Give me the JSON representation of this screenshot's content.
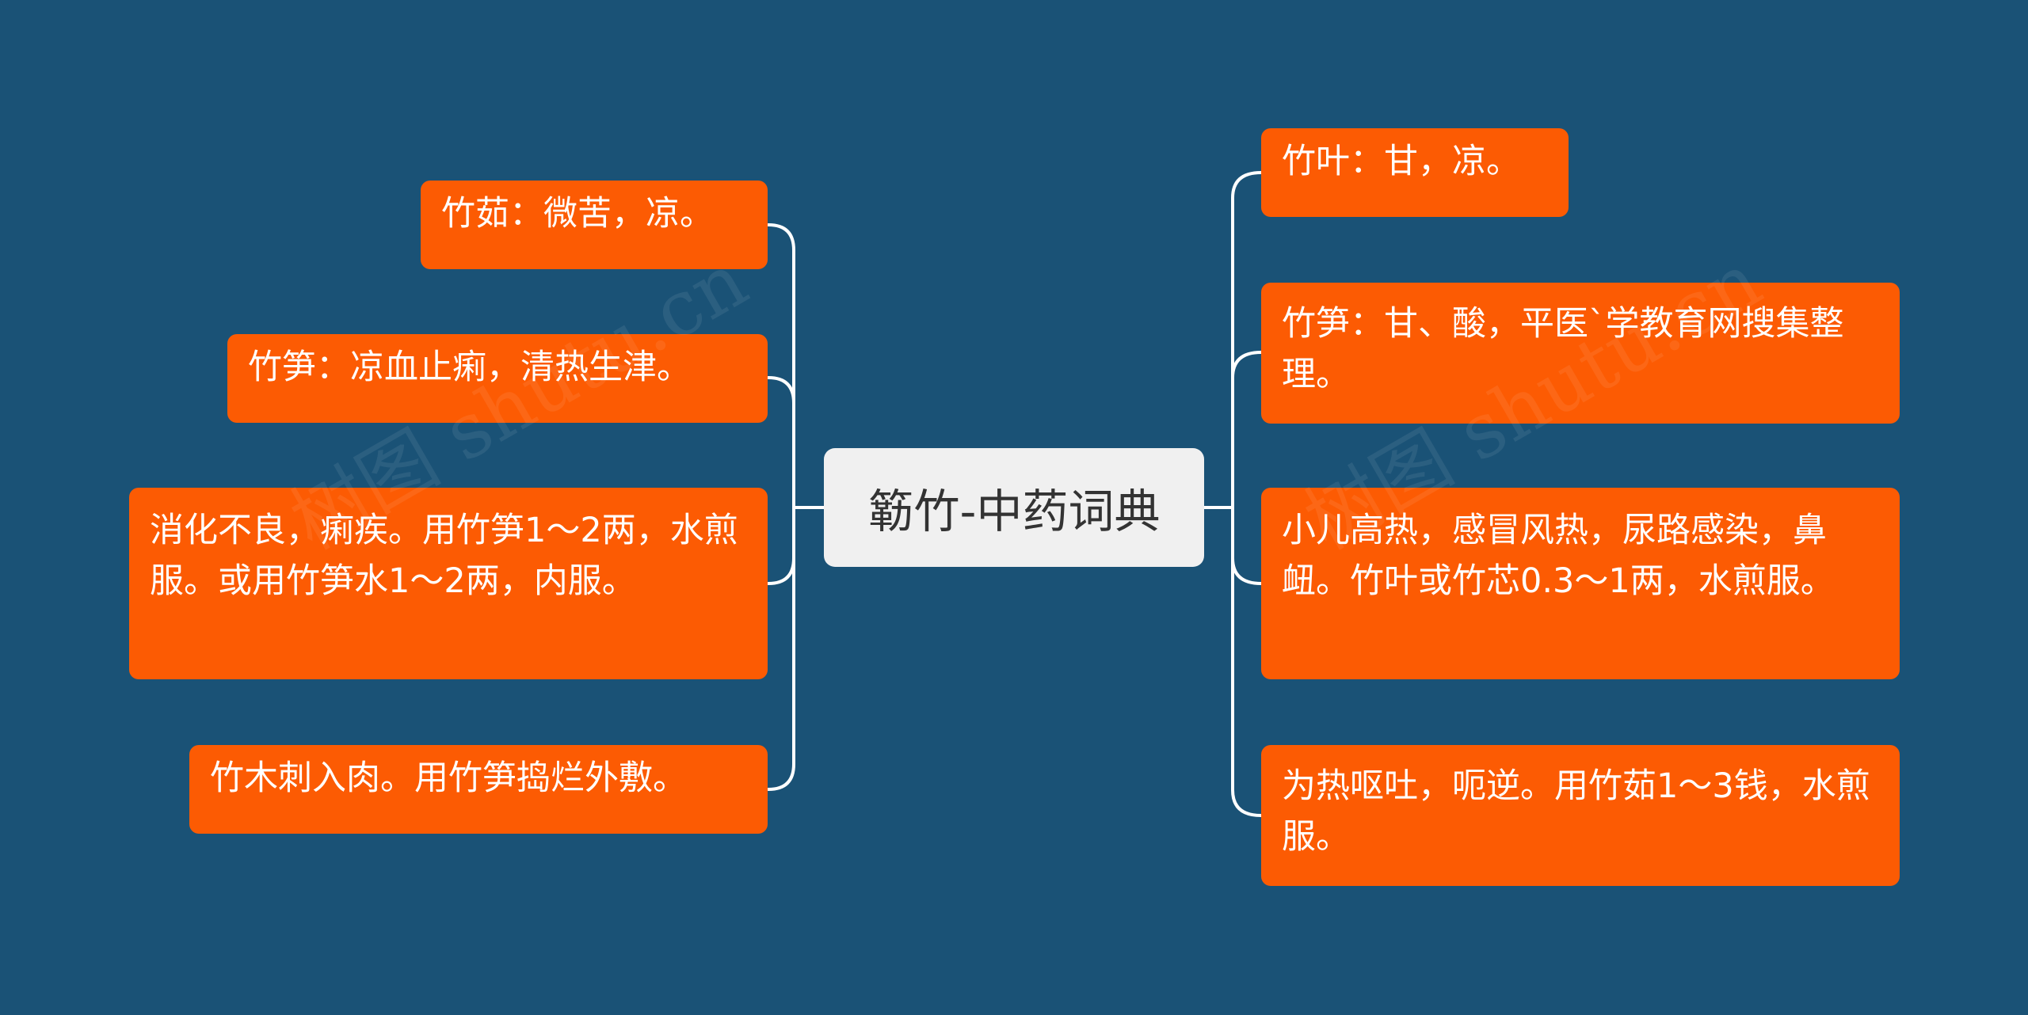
{
  "colors": {
    "background": "#1a5276",
    "node_fill": "#fc5b03",
    "root_fill": "#f0f0f0",
    "connector": "#ffffff"
  },
  "root": {
    "label": "簕竹-中药词典"
  },
  "left_nodes": [
    {
      "label": "竹茹：微苦，凉。"
    },
    {
      "label": "竹笋：凉血止痢，清热生津。"
    },
    {
      "label": "消化不良，痢疾。用竹笋1～2两，水煎服。或用竹笋水1～2两，内服。"
    },
    {
      "label": "竹木刺入肉。用竹笋捣烂外敷。"
    }
  ],
  "right_nodes": [
    {
      "label": "竹叶：甘，凉。"
    },
    {
      "label": "竹笋：甘、酸，平医`学教育网搜集整理。"
    },
    {
      "label": "小儿高热，感冒风热，尿路感染，鼻衄。竹叶或竹芯0.3～1两，水煎服。"
    },
    {
      "label": "为热呕吐，呃逆。用竹茹1～3钱，水煎服。"
    }
  ],
  "watermarks": [
    {
      "text": "树图 shutu.cn"
    },
    {
      "text": "树图 shutu.cn"
    }
  ]
}
